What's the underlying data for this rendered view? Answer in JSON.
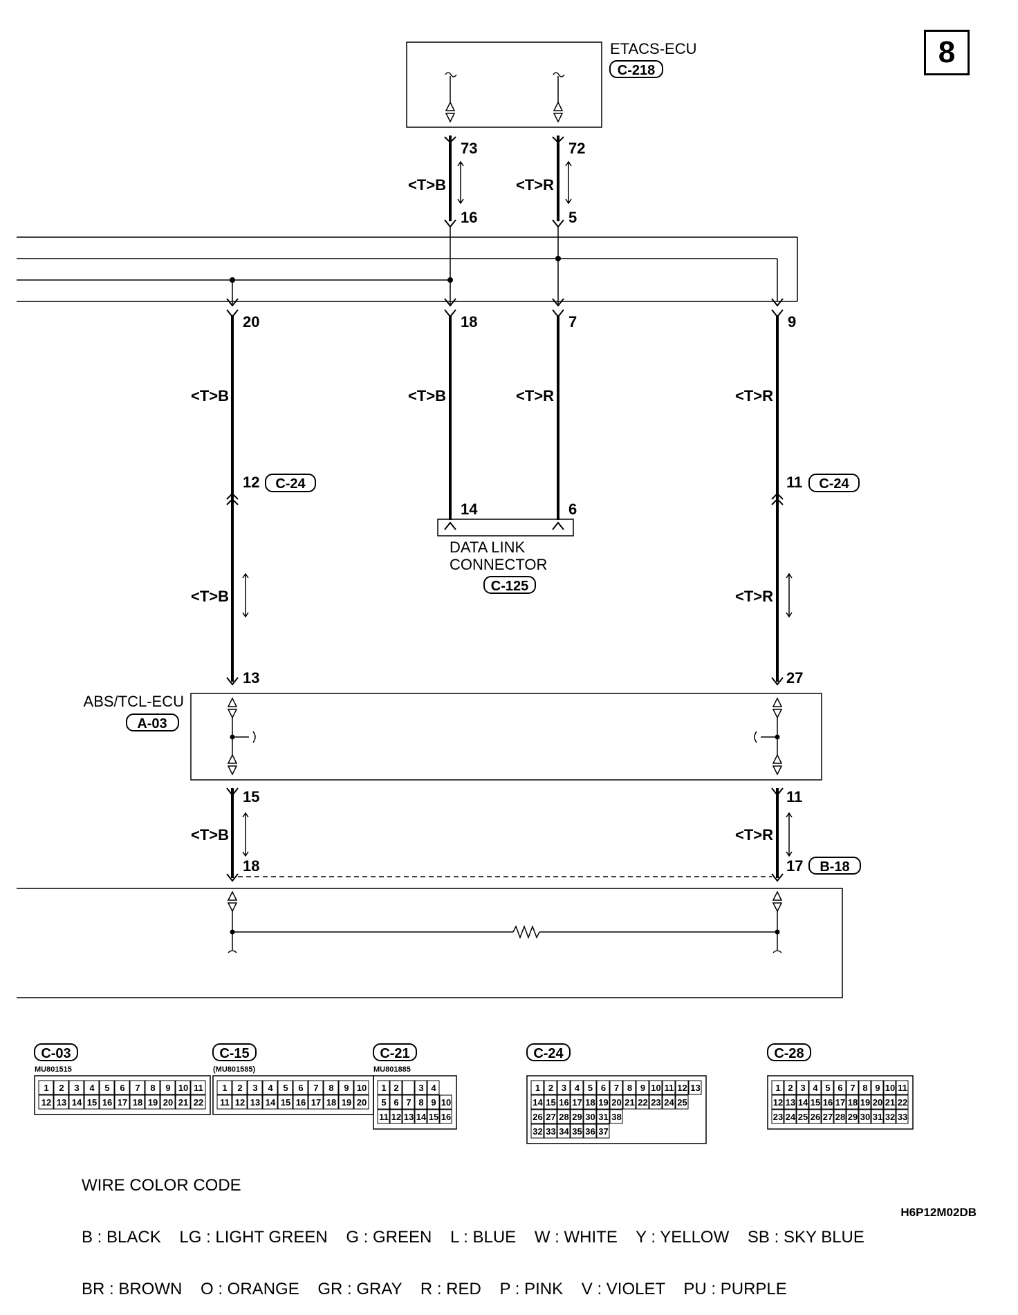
{
  "page_number": "8",
  "drawing_code": "H6P12M02DB",
  "etacs": {
    "name": "ETACS-ECU",
    "connector": "C-218",
    "pin_left": "73",
    "pin_right": "72"
  },
  "upper_joint": {
    "pin_left": "16",
    "pin_right": "5"
  },
  "wires": {
    "left_upper": "<T>B",
    "right_upper": "<T>R",
    "left_long": "<T>B",
    "mid_left": "<T>B",
    "mid_right": "<T>R",
    "right_long": "<T>R",
    "left_mid": "<T>B",
    "right_mid": "<T>R",
    "left_low": "<T>B",
    "right_low": "<T>R"
  },
  "pins": {
    "p20": "20",
    "p18": "18",
    "p7": "7",
    "p9": "9",
    "p12": "12",
    "p11": "11",
    "p14": "14",
    "p6": "6",
    "p13": "13",
    "p27": "27",
    "p15": "15",
    "p11b": "11",
    "p18b": "18",
    "p17": "17"
  },
  "connectors": {
    "c24a": "C-24",
    "c24b": "C-24",
    "b18": "B-18"
  },
  "data_link": {
    "line1": "DATA LINK",
    "line2": "CONNECTOR",
    "connector": "C-125"
  },
  "abs": {
    "name": "ABS/TCL-ECU",
    "connector": "A-03"
  },
  "connector_views": [
    {
      "id": "C-03",
      "part": "MU801515",
      "rows": [
        [
          "1",
          "2",
          "3",
          "4",
          "5",
          "6",
          "7",
          "8",
          "9",
          "10",
          "11"
        ],
        [
          "12",
          "13",
          "14",
          "15",
          "16",
          "17",
          "18",
          "19",
          "20",
          "21",
          "22"
        ]
      ]
    },
    {
      "id": "C-15",
      "part": "(MU801585)",
      "rows": [
        [
          "1",
          "2",
          "3",
          "4",
          "5",
          "6",
          "7",
          "8",
          "9",
          "10"
        ],
        [
          "11",
          "12",
          "13",
          "14",
          "15",
          "16",
          "17",
          "18",
          "19",
          "20"
        ]
      ]
    },
    {
      "id": "C-21",
      "part": "MU801885",
      "rows": [
        [
          "1",
          "2",
          "",
          "3",
          "4"
        ],
        [
          "5",
          "6",
          "7",
          "8",
          "9",
          "10"
        ],
        [
          "11",
          "12",
          "13",
          "14",
          "15",
          "16"
        ]
      ]
    },
    {
      "id": "C-24",
      "part": "",
      "rows": [
        [
          "1",
          "2",
          "3",
          "4",
          "5",
          "6",
          "7",
          "8",
          "9",
          "10",
          "11",
          "12",
          "13"
        ],
        [
          "14",
          "15",
          "16",
          "17",
          "18",
          "19",
          "20",
          "21",
          "22",
          "23",
          "24",
          "25"
        ],
        [
          "26",
          "27",
          "28",
          "29",
          "30",
          "31",
          "38"
        ],
        [
          "32",
          "33",
          "34",
          "35",
          "36",
          "37"
        ]
      ]
    },
    {
      "id": "C-28",
      "part": "",
      "rows": [
        [
          "1",
          "2",
          "3",
          "4",
          "5",
          "6",
          "7",
          "8",
          "9",
          "10",
          "11"
        ],
        [
          "12",
          "13",
          "14",
          "15",
          "16",
          "17",
          "18",
          "19",
          "20",
          "21",
          "22"
        ],
        [
          "23",
          "24",
          "25",
          "26",
          "27",
          "28",
          "29",
          "30",
          "31",
          "32",
          "33"
        ]
      ]
    }
  ],
  "legend": {
    "title": "WIRE COLOR CODE",
    "line1": "B : BLACK    LG : LIGHT GREEN    G : GREEN    L : BLUE    W : WHITE    Y : YELLOW    SB : SKY BLUE",
    "line2": "BR : BROWN    O : ORANGE    GR : GRAY    R : RED    P : PINK    V : VIOLET    PU : PURPLE"
  }
}
